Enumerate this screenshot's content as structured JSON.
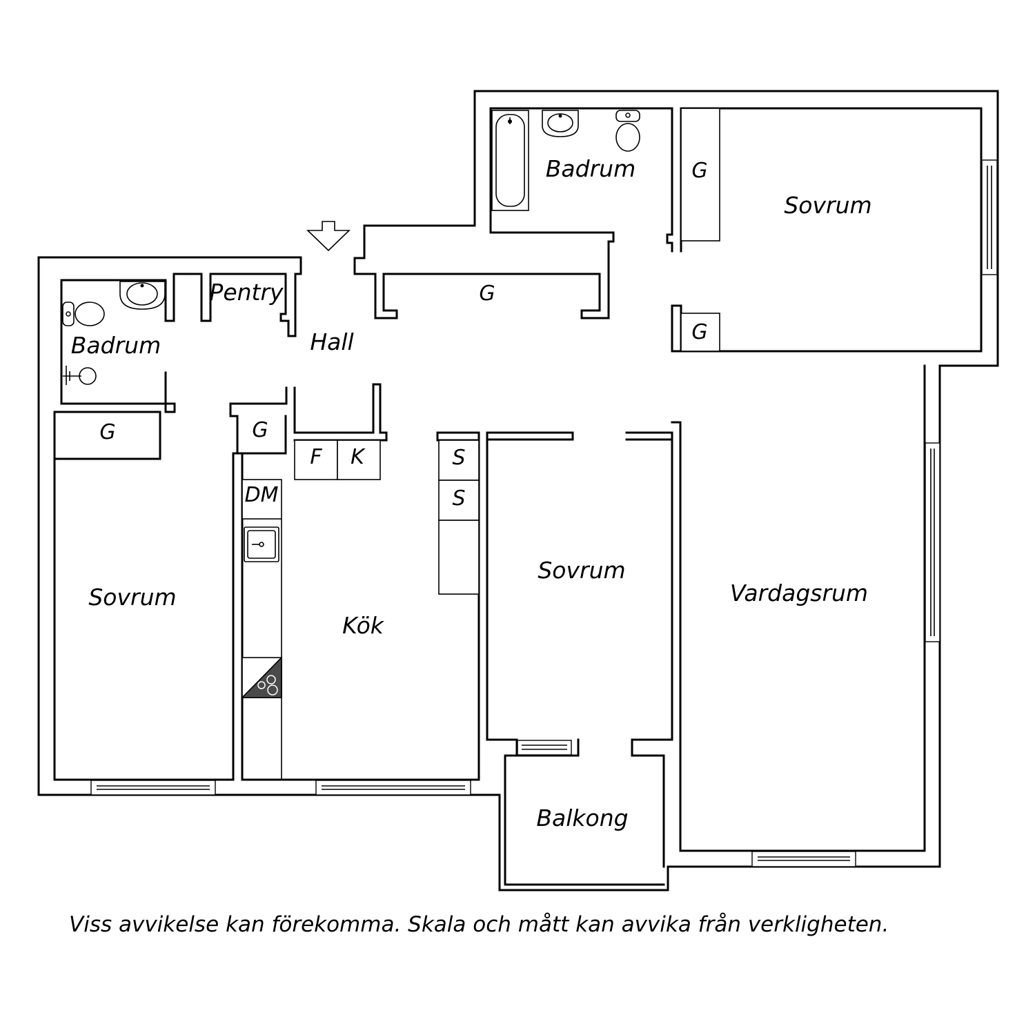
{
  "rooms": {
    "badrum_top": "Badrum",
    "sovrum_top": "Sovrum",
    "badrum_left": "Badrum",
    "pentry": "Pentry",
    "hall": "Hall",
    "sovrum_left": "Sovrum",
    "kok": "Kök",
    "sovrum_middle": "Sovrum",
    "vardagsrum": "Vardagsrum",
    "balkong": "Balkong"
  },
  "storage": {
    "g_top_bedroom_upper": "G",
    "g_top_bedroom_lower": "G",
    "g_hall": "G",
    "g_left_bedroom": "G",
    "g_small": "G",
    "freezer": "F",
    "fridge": "K",
    "dishwasher": "DM",
    "s_upper": "S",
    "s_lower": "S"
  },
  "entrance": {
    "icon": "entrance-arrow-icon"
  },
  "disclaimer": "Viss avvikelse kan förekomma. Skala och mått kan avvika från verkligheten."
}
